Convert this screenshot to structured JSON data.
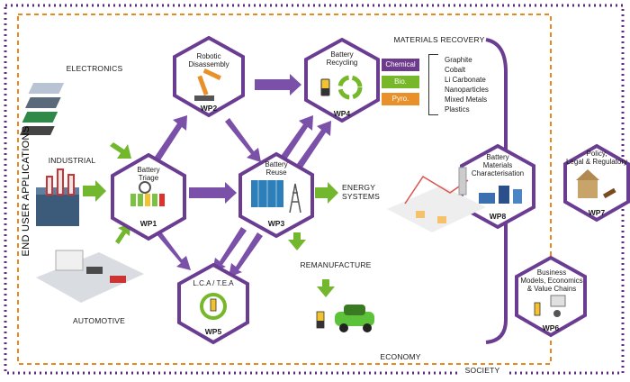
{
  "frame": {
    "outer_label": "SOCIETY",
    "inner_label": "ECONOMY",
    "side_label": "END USER APPLICATIONS",
    "materials_header": "MATERIALS RECOVERY",
    "colors": {
      "outer_border": "#5e2b7e",
      "inner_border": "#e58a1f",
      "hex_border": "#6a3d92",
      "arrow_purple": "#7a50a8",
      "arrow_green": "#73b72e"
    }
  },
  "sources": {
    "electronics": "ELECTRONICS",
    "industrial": "INDUSTRIAL",
    "automotive": "AUTOMOTIVE"
  },
  "work_packages": {
    "wp1": {
      "title": "Battery\nTriage",
      "code": "WP1"
    },
    "wp2": {
      "title": "Robotic\nDisassembly",
      "code": "WP2"
    },
    "wp3": {
      "title": "Battery\nReuse",
      "code": "WP3"
    },
    "wp4": {
      "title": "Battery\nRecycling",
      "code": "WP4"
    },
    "wp5": {
      "title": "L.C.A / T.E.A",
      "code": "WP5"
    },
    "wp6": {
      "title": "Business\nModels, Economics\n& Value Chains",
      "code": "WP6"
    },
    "wp7": {
      "title": "Policy,\nLegal & Regulatory",
      "code": "WP7"
    },
    "wp8": {
      "title": "Battery\nMaterials\nCharacterisation",
      "code": "WP8"
    }
  },
  "recycling_methods": [
    {
      "label": "Chemical",
      "color": "#6d3a8c"
    },
    {
      "label": "Bio.",
      "color": "#76b82a"
    },
    {
      "label": "Pyro.",
      "color": "#e8912a"
    }
  ],
  "recovered_materials": [
    "Graphite",
    "Cobalt",
    "Li Carbonate",
    "Nanoparticles",
    "Mixed Metals",
    "Plastics"
  ],
  "outcomes": {
    "energy": "ENERGY\nSYSTEMS",
    "remanufacture": "REMANUFACTURE"
  }
}
